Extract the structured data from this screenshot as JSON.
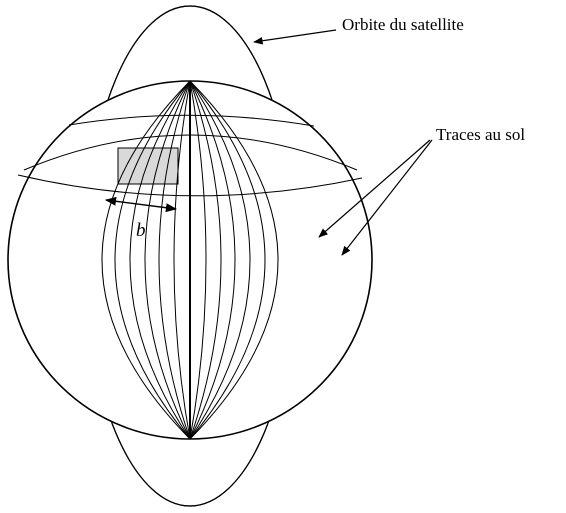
{
  "diagram": {
    "labels": {
      "orbit": "Orbite du satellite",
      "ground_tracks": "Traces au sol",
      "swath_width": "b"
    },
    "colors": {
      "stroke": "#000000",
      "background": "#ffffff",
      "swath_fill": "#d9d9d9"
    }
  }
}
